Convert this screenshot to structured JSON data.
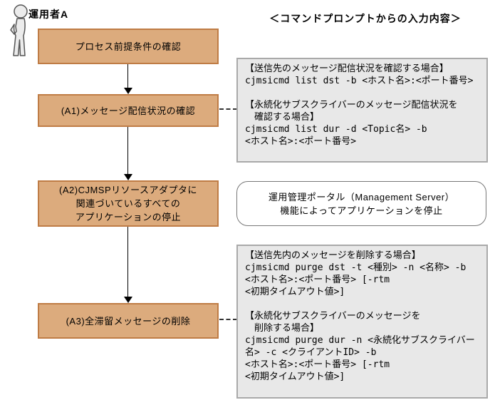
{
  "title": "＜コマンドプロンプトからの入力内容＞",
  "actor": {
    "label": "運用者A"
  },
  "flow": {
    "step1": {
      "label": "プロセス前提条件の確認"
    },
    "a1": {
      "label": "(A1)メッセージ配信状況の確認"
    },
    "a2": {
      "line1": "(A2)CJMSPリソースアダプタに",
      "line2": "関連づいているすべての",
      "line3": "アプリケーションの停止"
    },
    "a3": {
      "label": "(A3)全滞留メッセージの削除"
    }
  },
  "notes": {
    "a1": {
      "lines": [
        "【送信先のメッセージ配信状況を確認する場合】",
        "cjmsicmd list dst -b <ホスト名>:<ポート番号>",
        "",
        "【永続化サブスクライバーのメッセージ配信状況を",
        "　確認する場合】",
        "cjmsicmd list dur -d <Topic名> -b",
        "<ホスト名>:<ポート番号>"
      ]
    },
    "a2": {
      "line1": "運用管理ポータル（Management Server）",
      "line2": "機能によってアプリケーションを停止"
    },
    "a3": {
      "lines": [
        "【送信先内のメッセージを削除する場合】",
        "cjmsicmd purge dst -t <種別> -n <名称> -b",
        "<ホスト名>:<ポート番号> [-rtm",
        "<初期タイムアウト値>]",
        "",
        "【永続化サブスクライバーのメッセージを",
        "　削除する場合】",
        "cjmsicmd purge dur -n <永続化サブスクライバー",
        "名> -c <クライアントID> -b",
        "<ホスト名>:<ポート番号> [-rtm",
        "<初期タイムアウト値>]"
      ]
    }
  },
  "colors": {
    "step_fill": "#dcab7d",
    "step_border": "#bf7c45",
    "note_fill": "#e8e8e8",
    "note_border": "#a9a9a9"
  }
}
